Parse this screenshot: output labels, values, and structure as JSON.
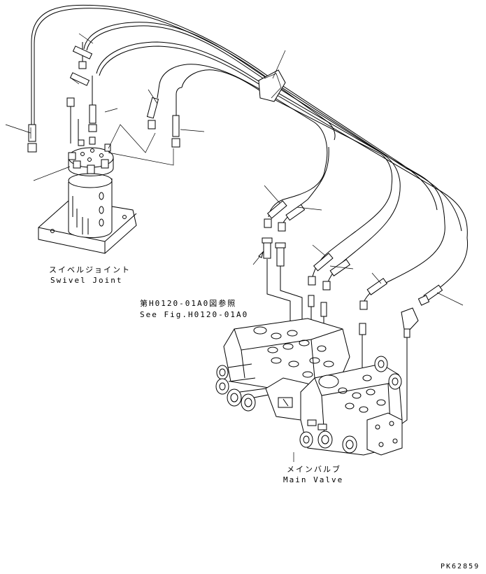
{
  "labels": {
    "swivel_jp": "スイベルジョイント",
    "swivel_en": "Swivel Joint",
    "ref_jp": "第H0120-01A0図参照",
    "ref_en": "See Fig.H0120-01A0",
    "valve_jp": "メインバルブ",
    "valve_en": "Main Valve",
    "code": "PK62859"
  }
}
